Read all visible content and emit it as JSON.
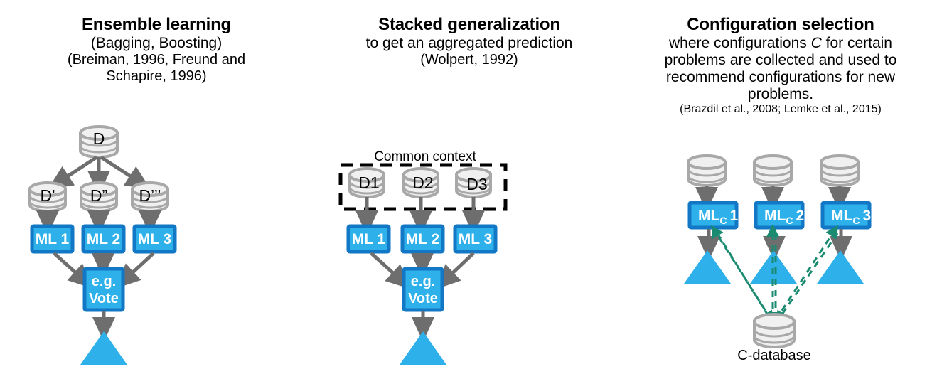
{
  "colors": {
    "ml_box_fill": "#2eb0ea",
    "ml_box_border": "#1277c4",
    "triangle": "#2eb0ea",
    "cylinder_fill": "#f0f0f0",
    "cylinder_border": "#a8a8a8",
    "arrow_gray": "#6e6e6e",
    "arrow_green": "#1a8a70",
    "dashed_box": "#000000",
    "text": "#000000"
  },
  "panels": [
    {
      "id": "ensemble",
      "title": "Ensemble learning",
      "subtitle": "(Bagging, Boosting)",
      "citation": "(Breiman, 1996, Freund and Schapire, 1996)",
      "nodes": {
        "root_db": "D",
        "mid_dbs": [
          "D'",
          "D”",
          "D’’’"
        ],
        "models": [
          "ML 1",
          "ML 2",
          "ML 3"
        ],
        "combiner_line1": "e.g.",
        "combiner_line2": "Vote"
      }
    },
    {
      "id": "stacked",
      "title": "Stacked generalization",
      "subtitle": "to get an aggregated prediction",
      "citation": "(Wolpert, 1992)",
      "nodes": {
        "context_label": "Common context",
        "dbs": [
          "D1",
          "D2",
          "D3"
        ],
        "models": [
          "ML 1",
          "ML 2",
          "ML 3"
        ],
        "combiner_line1": "e.g.",
        "combiner_line2": "Vote"
      }
    },
    {
      "id": "config",
      "title": "Configuration selection",
      "subtitle_pre": "where configurations ",
      "subtitle_italic": "C",
      "subtitle_post": " for certain problems are collected and used to recommend configurations for new problems.",
      "citation": "(Brazdil et al., 2008; Lemke et al., 2015)",
      "nodes": {
        "models": [
          {
            "base": "ML",
            "sub": "C",
            "index": "1"
          },
          {
            "base": "ML",
            "sub": "C",
            "index": "2"
          },
          {
            "base": "ML",
            "sub": "C",
            "index": "3"
          }
        ],
        "store_label": "C-database"
      }
    }
  ]
}
